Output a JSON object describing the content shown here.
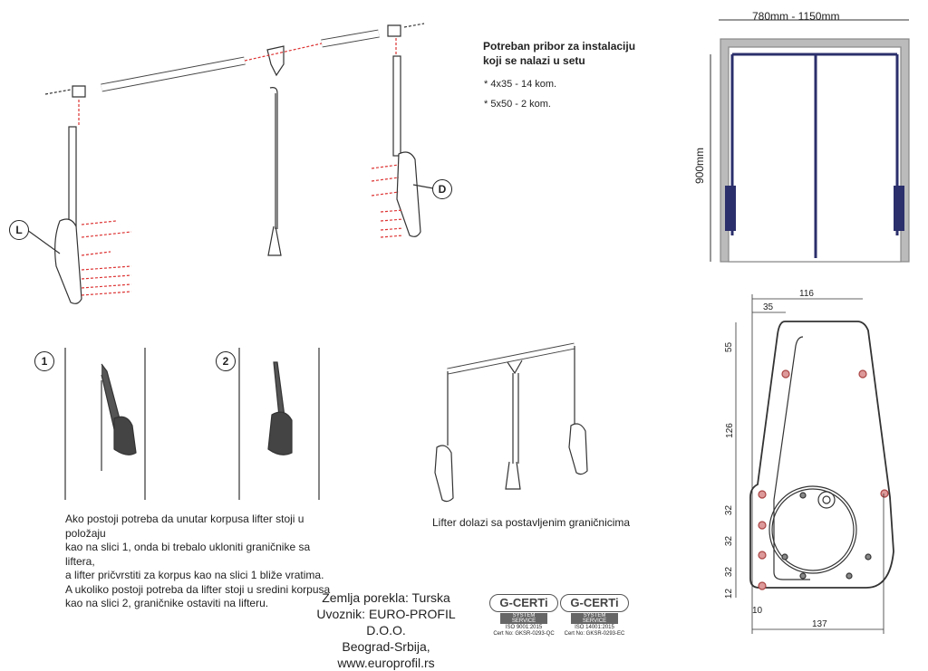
{
  "accessories": {
    "title_line1": "Potreban pribor za instalaciju",
    "title_line2": "koji se nalazi u setu",
    "items": [
      "* 4x35 - 14 kom.",
      "* 5x50 - 2 kom."
    ]
  },
  "markers": {
    "left": "L",
    "right": "D",
    "fig1": "1",
    "fig2": "2"
  },
  "frame": {
    "width_range": "780mm - 1150mm",
    "height": "900mm",
    "bar_color": "#2b2f6b"
  },
  "dimensions": {
    "top_width": "116",
    "hole_offset": "35",
    "top_height": "55",
    "mid_height": "126",
    "spacing1": "32",
    "spacing2": "32",
    "spacing3": "32",
    "bottom": "12",
    "edge": "10",
    "bottom_width": "137"
  },
  "instructions": [
    "Ako postoji potreba da unutar korpusa lifter stoji u položaju",
    "kao na slici 1, onda bi trebalo ukloniti graničnike sa liftera,",
    "a lifter pričvrstiti za korpus kao na slici 1 bliže vratima.",
    "A ukoliko postoji potreba da lifter stoji u sredini korpusa",
    "kao na slici 2, graničnike ostaviti na lifteru."
  ],
  "caption": "Lifter dolazi sa postavljenim graničnicima",
  "footer": {
    "origin": "Zemlja porekla: Turska",
    "importer": "Uvoznik: EURO-PROFIL D.O.O.",
    "address": "Beograd-Srbija, www.europrofil.rs"
  },
  "certificates": [
    {
      "logo": "G-CERTi",
      "service": "SYSTEM SERVICE",
      "standard": "ISO 9001:2015",
      "cert_no": "Cert No: GKSR-0293-QC"
    },
    {
      "logo": "G-CERTi",
      "service": "SYSTEM SERVICE",
      "standard": "ISO 14001:2015",
      "cert_no": "Cert No: GKSR-0293-EC"
    }
  ]
}
